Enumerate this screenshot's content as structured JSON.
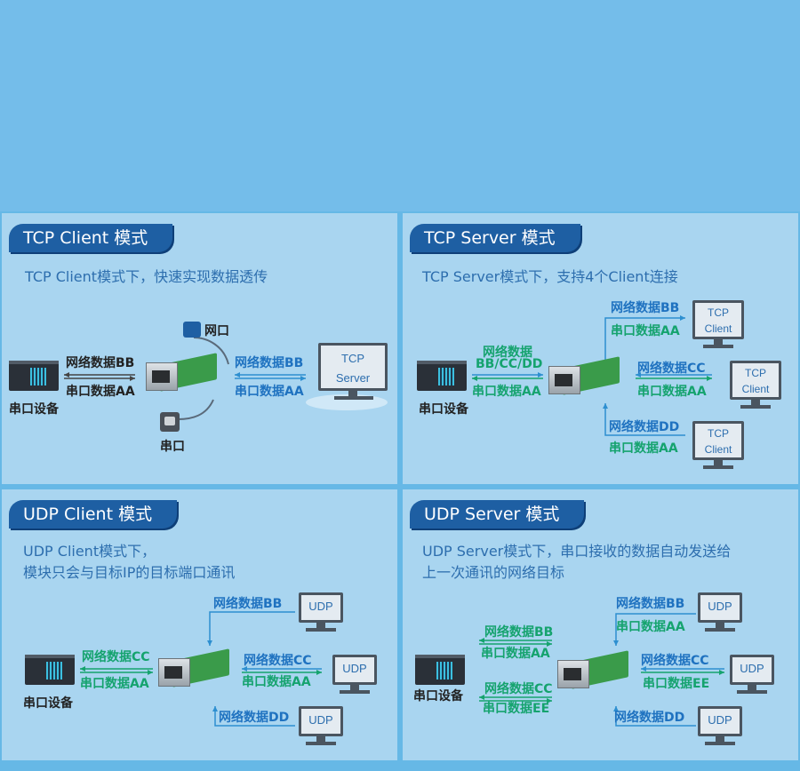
{
  "panels": {
    "tcp_client": {
      "title": "TCP Client 模式",
      "desc": "TCP Client模式下，快速实现数据透传",
      "net_data": "网络数据BB",
      "serial_data": "串口数据AA",
      "net_data_right": "网络数据BB",
      "serial_data_right": "串口数据AA",
      "device_label": "串口设备",
      "net_port_label": "网口",
      "serial_port_label": "串口",
      "server_label_1": "TCP",
      "server_label_2": "Server"
    },
    "tcp_server": {
      "title": "TCP Server 模式",
      "desc": "TCP Server模式下，支持4个Client连接",
      "left_net_1": "网络数据",
      "left_net_2": "BB/CC/DD",
      "left_serial": "串口数据AA",
      "device_label": "串口设备",
      "c1_net": "网络数据BB",
      "c1_serial": "串口数据AA",
      "c2_net": "网络数据CC",
      "c2_serial": "串口数据AA",
      "c3_net": "网络数据DD",
      "c3_serial": "串口数据AA",
      "client_label_1": "TCP",
      "client_label_2": "Client"
    },
    "udp_client": {
      "title": "UDP Client 模式",
      "desc_line1": "UDP Client模式下，",
      "desc_line2": "模块只会与目标IP的目标端口通讯",
      "top_net": "网络数据BB",
      "left_net": "网络数据CC",
      "left_serial": "串口数据AA",
      "mid_net": "网络数据CC",
      "mid_serial": "串口数据AA",
      "bottom_net": "网络数据DD",
      "device_label": "串口设备",
      "udp_label": "UDP"
    },
    "udp_server": {
      "title": "UDP Server 模式",
      "desc_line1": "UDP Server模式下，串口接收的数据自动发送给",
      "desc_line2": "上一次通讯的网络目标",
      "left_net_1": "网络数据BB",
      "left_serial_1": "串口数据AA",
      "left_net_2": "网络数据CC",
      "left_serial_2": "串口数据EE",
      "device_label": "串口设备",
      "top_net": "网络数据BB",
      "top_serial": "串口数据AA",
      "mid_net": "网络数据CC",
      "mid_serial": "串口数据EE",
      "bottom_net": "网络数据DD",
      "udp_label": "UDP"
    }
  },
  "colors": {
    "tab": "#1e5fa3",
    "desc_text": "#2d6eae",
    "net_text": "#1f72c0",
    "serial_text": "#15a36e",
    "panel_bg": "#a9d5f0",
    "arrow": "#2d8fd0"
  }
}
